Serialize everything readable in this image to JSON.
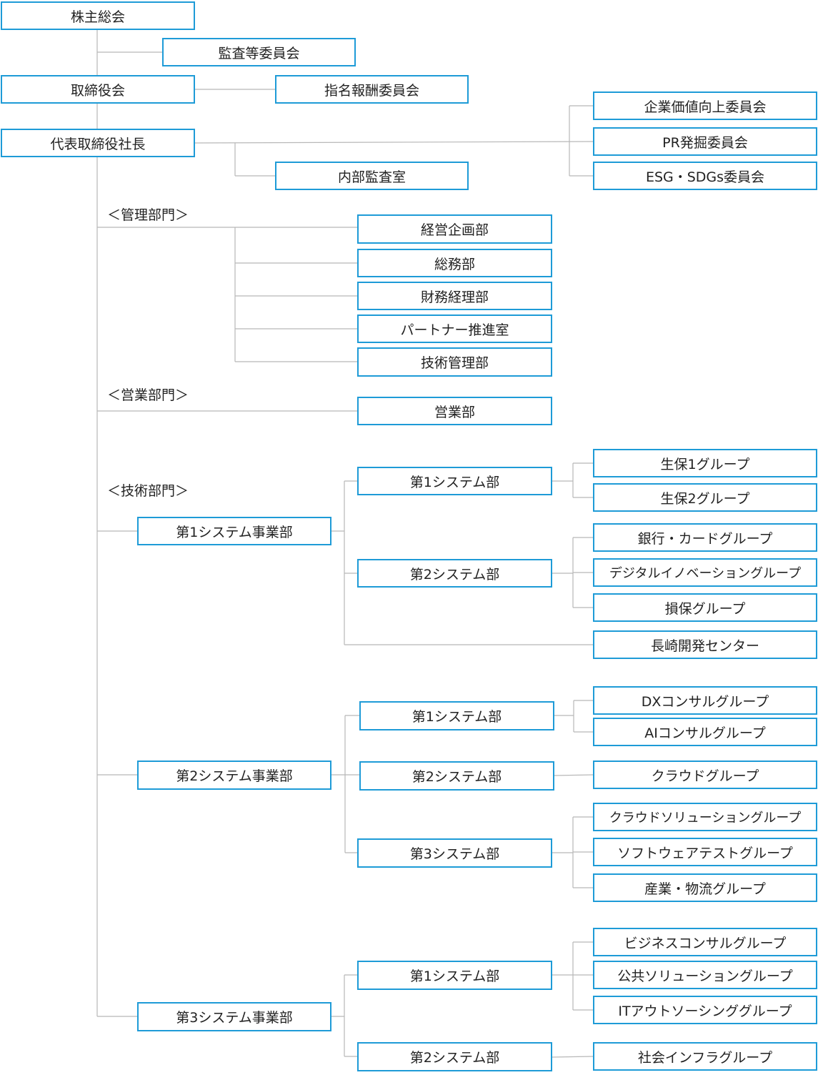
{
  "colors": {
    "box_border": "#1e9bd7",
    "connector": "#b8b8b8",
    "text": "#222222"
  },
  "top": {
    "shareholders": "株主総会",
    "audit_committee": "監査等委員会",
    "board": "取締役会",
    "nomination_committee": "指名報酬委員会",
    "president": "代表取締役社長",
    "internal_audit": "内部監査室",
    "committees": [
      "企業価値向上委員会",
      "PR発掘委員会",
      "ESG・SDGs委員会"
    ]
  },
  "admin": {
    "label": "＜管理部門＞",
    "depts": [
      "経営企画部",
      "総務部",
      "財務経理部",
      "パートナー推進室",
      "技術管理部"
    ]
  },
  "sales": {
    "label": "＜営業部門＞",
    "dept": "営業部"
  },
  "tech": {
    "label": "＜技術部門＞",
    "div1": {
      "name": "第1システム事業部",
      "dept1": {
        "name": "第1システム部",
        "groups": [
          "生保1グループ",
          "生保2グループ"
        ]
      },
      "dept2": {
        "name": "第2システム部",
        "groups": [
          "銀行・カードグループ",
          "デジタルイノベーショングループ",
          "損保グループ"
        ]
      },
      "center": "長崎開発センター"
    },
    "div2": {
      "name": "第2システム事業部",
      "dept1": {
        "name": "第1システム部",
        "groups": [
          "DXコンサルグループ",
          "AIコンサルグループ"
        ]
      },
      "dept2": {
        "name": "第2システム部",
        "groups": [
          "クラウドグループ"
        ]
      },
      "dept3": {
        "name": "第3システム部",
        "groups": [
          "クラウドソリューショングループ",
          "ソフトウェアテストグループ",
          "産業・物流グループ"
        ]
      }
    },
    "div3": {
      "name": "第3システム事業部",
      "dept1": {
        "name": "第1システム部",
        "groups": [
          "ビジネスコンサルグループ",
          "公共ソリューショングループ",
          "ITアウトソーシンググループ"
        ]
      },
      "dept2": {
        "name": "第2システム部",
        "groups": [
          "社会インフラグループ"
        ]
      }
    }
  }
}
